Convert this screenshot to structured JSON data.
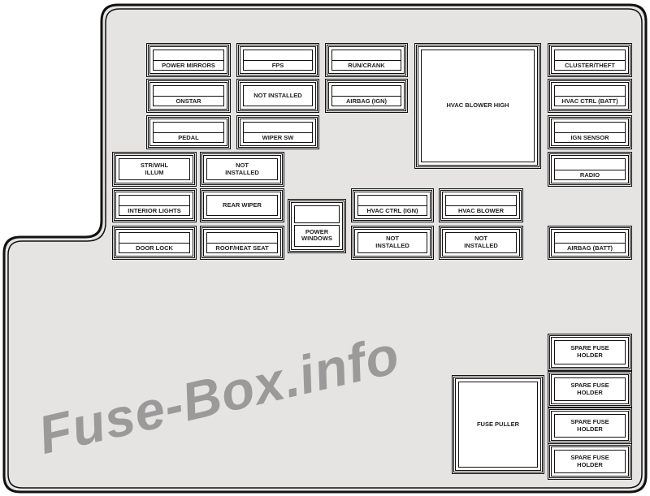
{
  "fuses": [
    {
      "label": "POWER MIRRORS",
      "type": "double"
    },
    {
      "label": "FPS",
      "type": "double"
    },
    {
      "label": "RUN/CRANK",
      "type": "double"
    },
    {
      "label": "HVAC BLOWER HIGH",
      "type": "single"
    },
    {
      "label": "CLUSTER/THEFT",
      "type": "double"
    },
    {
      "label": "ONSTAR",
      "type": "double"
    },
    {
      "label": "NOT INSTALLED",
      "type": "single"
    },
    {
      "label": "AIRBAG (IGN)",
      "type": "double"
    },
    {
      "label": "HVAC CTRL (BATT)",
      "type": "double"
    },
    {
      "label": "PEDAL",
      "type": "double"
    },
    {
      "label": "WIPER SW",
      "type": "double"
    },
    {
      "label": "IGN SENSOR",
      "type": "double"
    },
    {
      "label": "STR/WHL\nILLUM",
      "type": "single"
    },
    {
      "label": "NOT\nINSTALLED",
      "type": "single"
    },
    {
      "label": "RADIO",
      "type": "double"
    },
    {
      "label": "INTERIOR LIGHTS",
      "type": "double"
    },
    {
      "label": "REAR WIPER",
      "type": "single"
    },
    {
      "label": "POWER\nWINDOWS",
      "type": "double"
    },
    {
      "label": "HVAC CTRL (IGN)",
      "type": "double"
    },
    {
      "label": "HVAC BLOWER",
      "type": "double"
    },
    {
      "label": "DOOR LOCK",
      "type": "double"
    },
    {
      "label": "ROOF/HEAT SEAT",
      "type": "double"
    },
    {
      "label": "NOT\nINSTALLED",
      "type": "single"
    },
    {
      "label": "NOT\nINSTALLED",
      "type": "single"
    },
    {
      "label": "AIRBAG (BATT)",
      "type": "double"
    },
    {
      "label": "SPARE FUSE\nHOLDER",
      "type": "single"
    },
    {
      "label": "SPARE FUSE\nHOLDER",
      "type": "single"
    },
    {
      "label": "SPARE FUSE\nHOLDER",
      "type": "single"
    },
    {
      "label": "SPARE FUSE\nHOLDER",
      "type": "single"
    },
    {
      "label": "FUSE PULLER",
      "type": "single"
    }
  ],
  "watermark": "Fuse-Box.info",
  "colors": {
    "panel": "#e6e3e3",
    "outline": "#111111",
    "watermark": "#828282"
  }
}
